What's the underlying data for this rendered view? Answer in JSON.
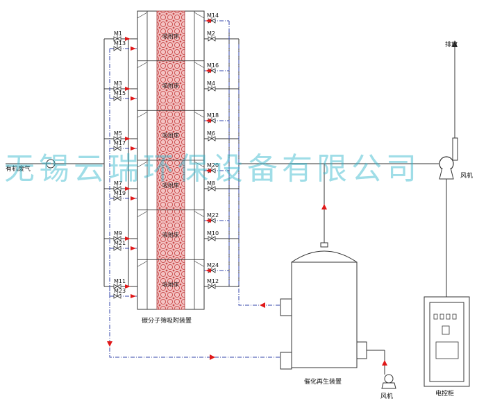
{
  "inlet_label": "有机废气",
  "adsorber": {
    "label": "碳分子筛吸附装置",
    "bed_label": "吸附床",
    "bed_count": 6
  },
  "left_valves": [
    "M1",
    "M13",
    "M3",
    "M15",
    "M5",
    "M17",
    "M7",
    "M19",
    "M9",
    "M21",
    "M11",
    "M23"
  ],
  "right_valves": [
    "M14",
    "M2",
    "M16",
    "M4",
    "M18",
    "M6",
    "M20",
    "M8",
    "M22",
    "M10",
    "M24",
    "M12"
  ],
  "regenerator_label": "催化再生装置",
  "fan_main_label": "风机",
  "fan_small_label": "风机",
  "exhaust_label": "排放",
  "control_cabinet_label": "电控柜",
  "watermark": "无锡云瑞环保设备有限公司",
  "colors": {
    "line": "#333333",
    "flow_arrow": "#e01818",
    "dashed": "#3344aa",
    "bed_fill": "#f2b8b8",
    "watermark": "#2ab3c9"
  }
}
